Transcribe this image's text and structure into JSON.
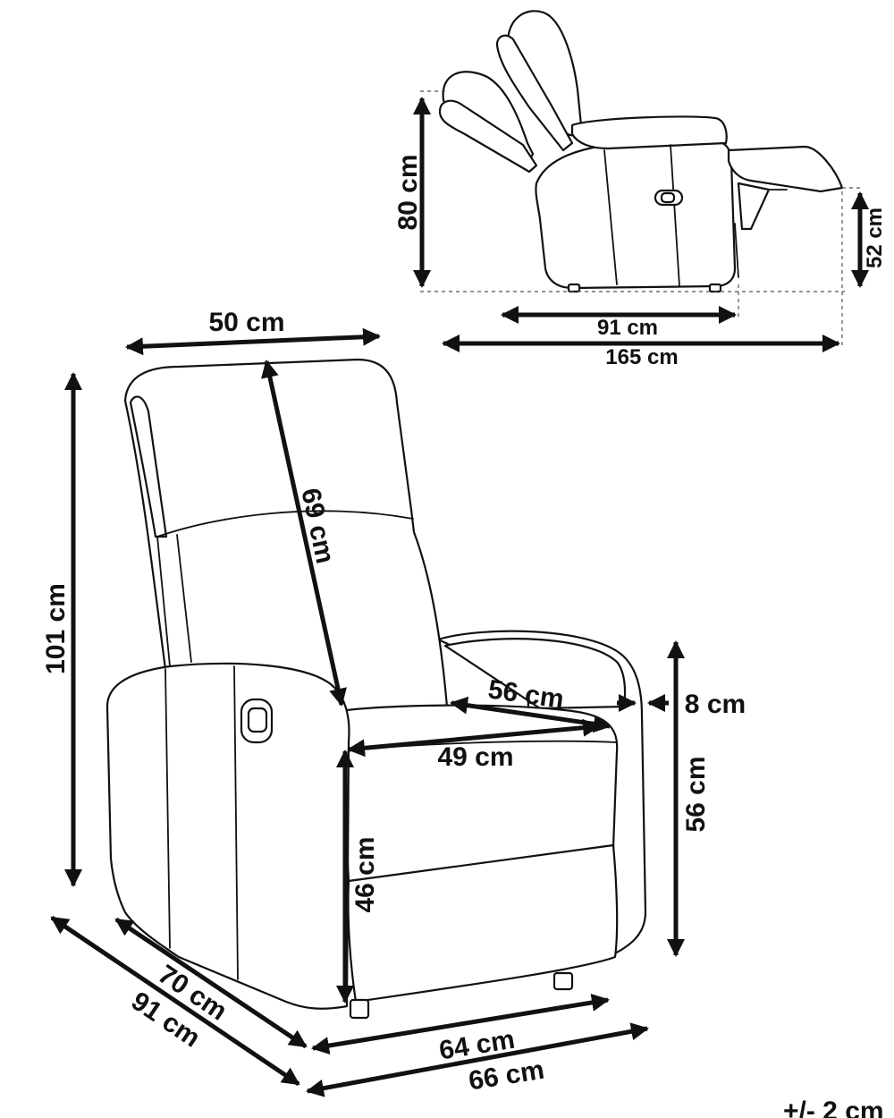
{
  "diagram": {
    "dimensions": {
      "side_height": "80 cm",
      "side_footrest_height": "52 cm",
      "side_upright_depth": "91 cm",
      "side_reclined_depth": "165 cm",
      "backrest_width": "50 cm",
      "total_height": "101 cm",
      "backrest_height": "69 cm",
      "seat_depth": "56 cm",
      "seat_width": "49 cm",
      "armrest_width": "8 cm",
      "armrest_height": "56 cm",
      "seat_height": "46 cm",
      "inner_depth": "70 cm",
      "outer_depth": "91 cm",
      "inner_width": "64 cm",
      "outer_width": "66 cm"
    },
    "tolerance": "+/- 2 cm"
  }
}
